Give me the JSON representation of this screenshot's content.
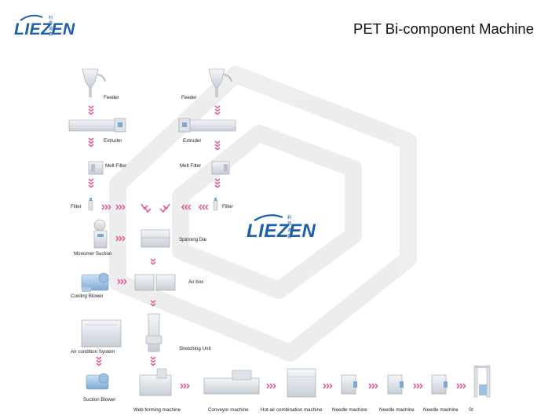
{
  "brand": {
    "logo_text": "LIEZEN",
    "logo_sub": "利尊诚鑫",
    "accent": "#1d5fa8",
    "arrow_color": "#e85a9a"
  },
  "title": "PET Bi-component Machine",
  "labels": {
    "feeder_left": "Feeder",
    "feeder_right": "Feeder",
    "extruder_left": "Extruder",
    "extruder_right": "Extruder",
    "melt_filter_left": "Melt Filter",
    "melt_filter_right": "Melt Filter",
    "filter_left": "Filter",
    "filter_right": "Filter",
    "monomer_suction": "Monomer Suction",
    "spinning_die": "Spinning Die",
    "cooling_blower": "Cooling Blower",
    "air_box": "Air box",
    "air_condition_system": "Air condition System",
    "stretching_unit": "Stretching Unit",
    "suction_blower": "Suction Blower",
    "web_forming_machine": "Web forming machine",
    "conveyor_machine": "Conveyor machine",
    "hot_air_combination_machine": "Hot air combination machine",
    "needle_machine_1": "Needle machine",
    "needle_machine_2": "Needle machine",
    "needle_machine_3": "Needle machine",
    "st": "St"
  }
}
